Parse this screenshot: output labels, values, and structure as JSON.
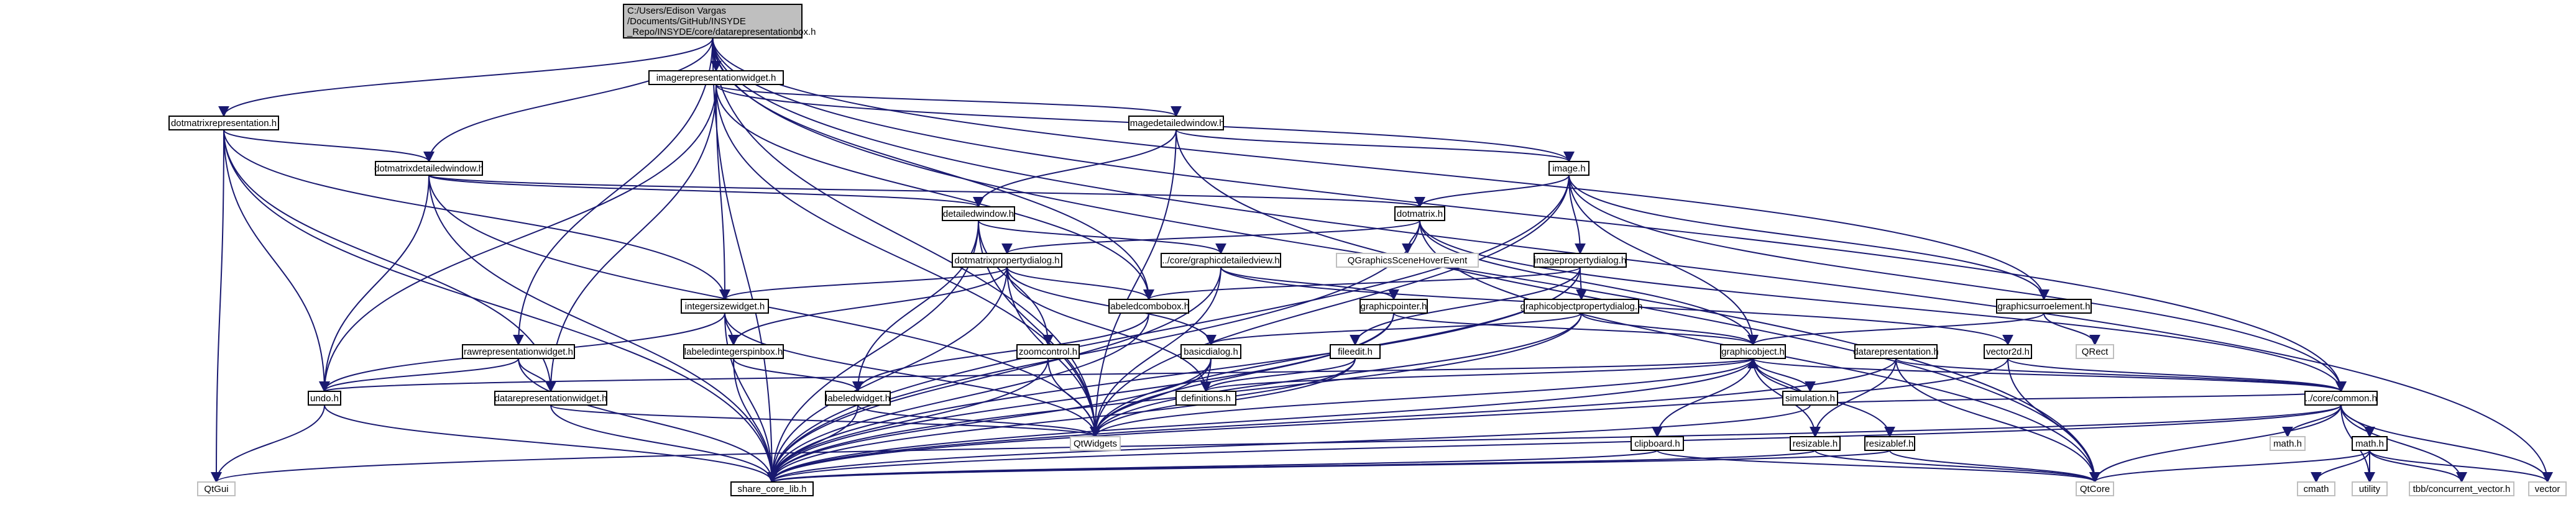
{
  "graph": {
    "root": {
      "lines": [
        "C:/Users/Edison Vargas",
        "/Documents/GitHub/INSYDE",
        "_Repo/INSYDE/core/datarepresentationbox.h"
      ]
    },
    "nodes": [
      {
        "id": "imagerepresentationwidget",
        "label": "imagerepresentationwidget.h"
      },
      {
        "id": "dotmatrixrepresentation",
        "label": "dotmatrixrepresentation.h"
      },
      {
        "id": "imagedetailedwindow",
        "label": "imagedetailedwindow.h"
      },
      {
        "id": "dotmatrixdetailedwindow",
        "label": "dotmatrixdetailedwindow.h"
      },
      {
        "id": "image",
        "label": "image.h"
      },
      {
        "id": "dotmatrix",
        "label": "dotmatrix.h"
      },
      {
        "id": "detailedwindow",
        "label": "detailedwindow.h"
      },
      {
        "id": "dotmatrixpropertydialog",
        "label": "dotmatrixpropertydialog.h"
      },
      {
        "id": "graphicdetailedview",
        "label": "../core/graphicdetailedview.h"
      },
      {
        "id": "imagepropertydialog",
        "label": "imagepropertydialog.h"
      },
      {
        "id": "integersizewidget",
        "label": "integersizewidget.h"
      },
      {
        "id": "labeledcombobox",
        "label": "labeledcombobox.h"
      },
      {
        "id": "graphicpointer",
        "label": "graphicpointer.h"
      },
      {
        "id": "graphicobjectpropertydialog",
        "label": "graphicobjectpropertydialog.h"
      },
      {
        "id": "graphicsurroelement",
        "label": "graphicsurroelement.h"
      },
      {
        "id": "rawrepresentationwidget",
        "label": "rawrepresentationwidget.h"
      },
      {
        "id": "labeledintegerspinbox",
        "label": "labeledintegerspinbox.h"
      },
      {
        "id": "zoomcontrol",
        "label": "zoomcontrol.h"
      },
      {
        "id": "basicdialog",
        "label": "basicdialog.h"
      },
      {
        "id": "fileedit",
        "label": "fileedit.h"
      },
      {
        "id": "vector2d",
        "label": "vector2d.h"
      },
      {
        "id": "graphicobject",
        "label": "graphicobject.h"
      },
      {
        "id": "datarepresentation",
        "label": "datarepresentation.h"
      },
      {
        "id": "undo",
        "label": "undo.h"
      },
      {
        "id": "datarepresentationwidget",
        "label": "datarepresentationwidget.h"
      },
      {
        "id": "labeledwidget",
        "label": "labeledwidget.h"
      },
      {
        "id": "definitions",
        "label": "definitions.h"
      },
      {
        "id": "simulation",
        "label": "simulation.h"
      },
      {
        "id": "corecommon",
        "label": "../core/common.h"
      },
      {
        "id": "clipboard",
        "label": "clipboard.h"
      },
      {
        "id": "resizable",
        "label": "resizable.h"
      },
      {
        "id": "resizablef",
        "label": "resizablef.h"
      },
      {
        "id": "qgraphicsscenehoverevent",
        "label": "QGraphicsSceneHoverEvent",
        "system": true
      },
      {
        "id": "qrect",
        "label": "QRect",
        "system": true
      },
      {
        "id": "qtwidgets",
        "label": "QtWidgets",
        "system": true
      },
      {
        "id": "math",
        "label": "math.h"
      },
      {
        "id": "mathsys",
        "label": "math.h",
        "system": true
      },
      {
        "id": "qtgui",
        "label": "QtGui",
        "system": true
      },
      {
        "id": "sharecorelib",
        "label": "share_core_lib.h"
      },
      {
        "id": "qtcore",
        "label": "QtCore",
        "system": true
      },
      {
        "id": "cmath",
        "label": "cmath",
        "system": true
      },
      {
        "id": "utility",
        "label": "utility",
        "system": true
      },
      {
        "id": "tbbconcurrentvector",
        "label": "tbb/concurrent_vector.h",
        "system": true
      },
      {
        "id": "vector",
        "label": "vector",
        "system": true
      }
    ]
  }
}
